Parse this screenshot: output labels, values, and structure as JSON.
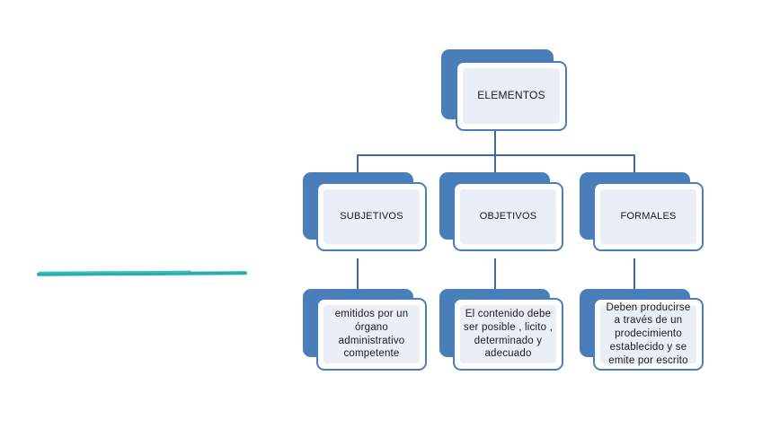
{
  "diagram": {
    "type": "organization-chart",
    "colors": {
      "node_shadow_blue": "#4a7ebb",
      "node_border_blue": "#4a7ebb",
      "node_inner_fill": "#eaeef7",
      "node_front_fill": "#ffffff",
      "connector_blue": "#40699c",
      "accent_teal": "#25aeb0",
      "background": "#ffffff",
      "text": "#1a1a1a"
    },
    "root": {
      "label": "ELEMENTOS"
    },
    "categories": [
      {
        "label": "SUBJETIVOS"
      },
      {
        "label": "OBJETIVOS"
      },
      {
        "label": "FORMALES"
      }
    ],
    "details": [
      {
        "label": "emitidos por un órgano administrativo competente"
      },
      {
        "label": "El contenido debe ser posible , licito , determinado y adecuado"
      },
      {
        "label": "Deben producirse a través de un prodecimiento establecido  y se emite por escrito"
      }
    ]
  },
  "decoration": {
    "teal_line_name": "teal-underline-stroke"
  }
}
